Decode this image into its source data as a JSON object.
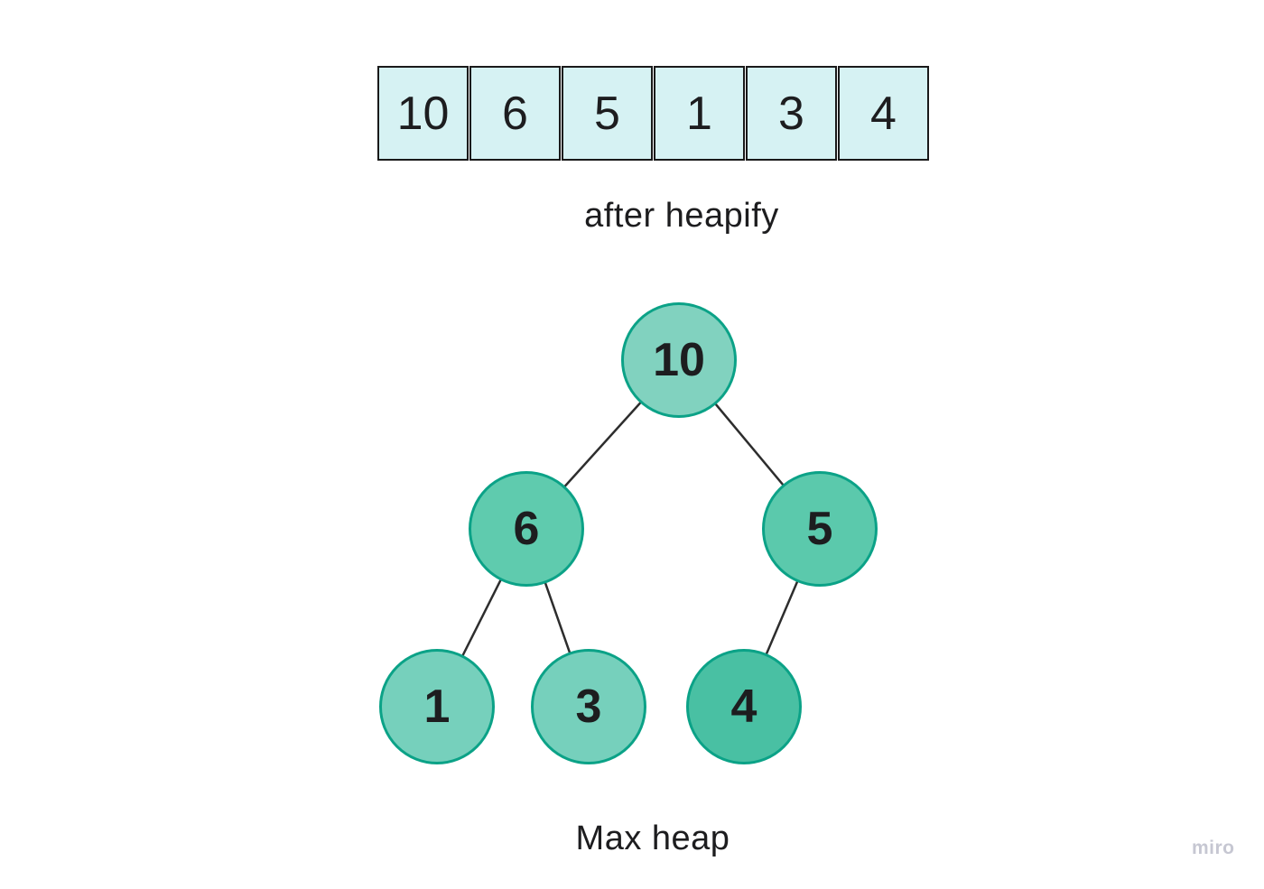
{
  "array": {
    "cells": [
      "10",
      "6",
      "5",
      "1",
      "3",
      "4"
    ],
    "caption": "after heapify"
  },
  "tree": {
    "caption": "Max heap",
    "nodes": [
      {
        "value": "10",
        "fill": "#81d2bf"
      },
      {
        "value": "6",
        "fill": "#5fcbae"
      },
      {
        "value": "5",
        "fill": "#5bc9ac"
      },
      {
        "value": "1",
        "fill": "#76d0bc"
      },
      {
        "value": "3",
        "fill": "#76d0bc"
      },
      {
        "value": "4",
        "fill": "#49c0a3"
      }
    ],
    "edges": [
      {
        "from": "10",
        "to": "6"
      },
      {
        "from": "10",
        "to": "5"
      },
      {
        "from": "6",
        "to": "1"
      },
      {
        "from": "6",
        "to": "3"
      },
      {
        "from": "5",
        "to": "4"
      }
    ]
  },
  "watermark": "miro",
  "colors": {
    "page_bg": "#ffffff",
    "cell_fill": "#d6f2f3",
    "cell_border": "#1a1a1a",
    "node_border": "#0ba287",
    "edge": "#2d2d2d",
    "text": "#1d1d1f",
    "watermark": "#c6c7d2"
  }
}
